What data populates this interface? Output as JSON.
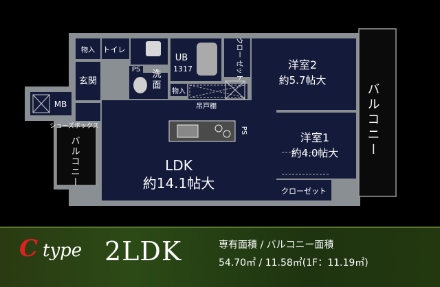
{
  "rooms": {
    "storage1": "物入",
    "toilet": "トイレ",
    "unit_bath": "UB",
    "unit_bath_size": "1317",
    "closet_top": "クロー\nゼット",
    "western2_name": "洋室2",
    "western2_size": "約5.7帖大",
    "ps_top": "PS",
    "entrance": "玄関",
    "washroom": "洗面",
    "storage2": "物入",
    "mb": "MB",
    "hanging_cabinet": "吊戸棚",
    "shoe_box": "シューズボックス",
    "balcony_left": "バルコニー",
    "ps_kitchen": "PS",
    "western1_name": "洋室1",
    "western1_size": "約4.0帖大",
    "ldk_name": "LDK",
    "ldk_size": "約14.1帖大",
    "closet_bottom": "クローゼット",
    "balcony_right": "バルコニー"
  },
  "banner": {
    "type_letter": "C",
    "type_word": "type",
    "plan_type": "2LDK",
    "area_label": "専有面積 / バルコニー面積",
    "area_value": "54.70㎡ / 11.58㎡(1F：11.19㎡)"
  },
  "colors": {
    "room_fill": "#141a3a",
    "wall": "#8a8f94",
    "type_letter": "#e02020",
    "banner": "#2c4a16"
  }
}
